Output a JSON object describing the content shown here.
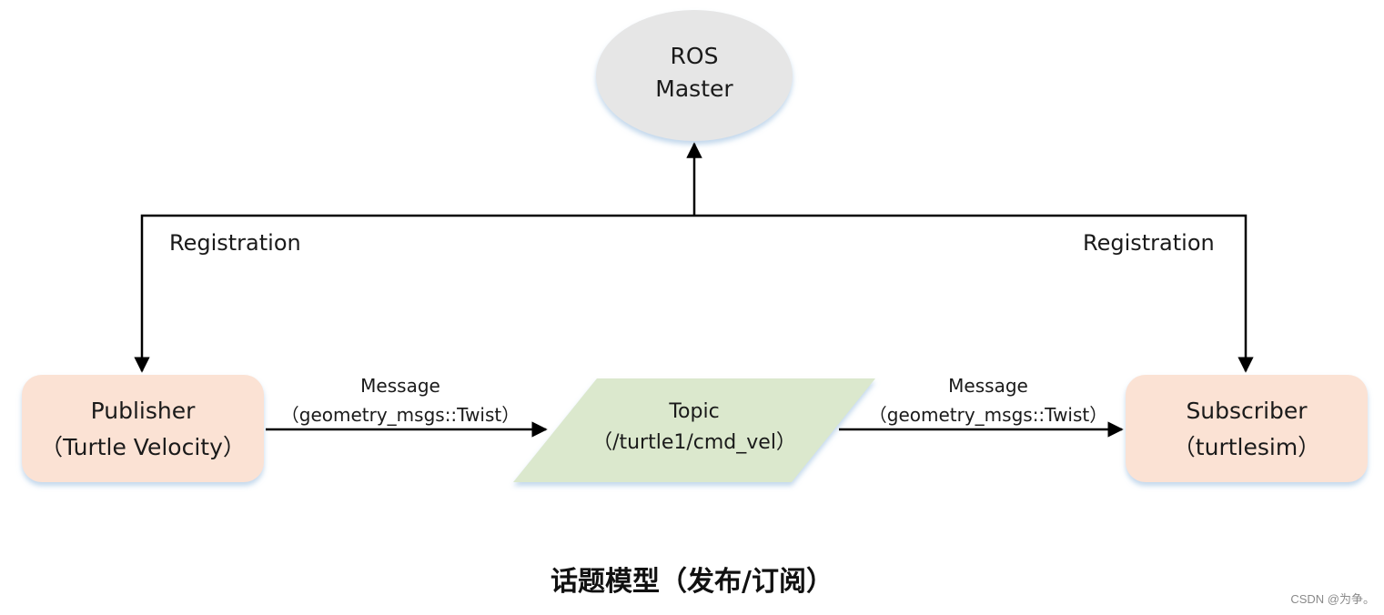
{
  "master": {
    "line1": "ROS",
    "line2": "Master"
  },
  "publisher": {
    "line1": "Publisher",
    "line2": "（Turtle Velocity）"
  },
  "topic": {
    "line1": "Topic",
    "line2": "（/turtle1/cmd_vel）"
  },
  "subscriber": {
    "line1": "Subscriber",
    "line2": "（turtlesim）"
  },
  "edges": {
    "registration_left": "Registration",
    "registration_right": "Registration",
    "message_left": {
      "line1": "Message",
      "line2": "（geometry_msgs::Twist）"
    },
    "message_right": {
      "line1": "Message",
      "line2": "（geometry_msgs::Twist）"
    }
  },
  "caption": "话题模型（发布/订阅）",
  "watermark": "CSDN @为争。",
  "colors": {
    "master_fill": "#e6e6e6",
    "node_fill": "#fbe2d4",
    "topic_fill": "#dbe8cd",
    "shadow": "#c9dcef",
    "line": "#000000"
  }
}
